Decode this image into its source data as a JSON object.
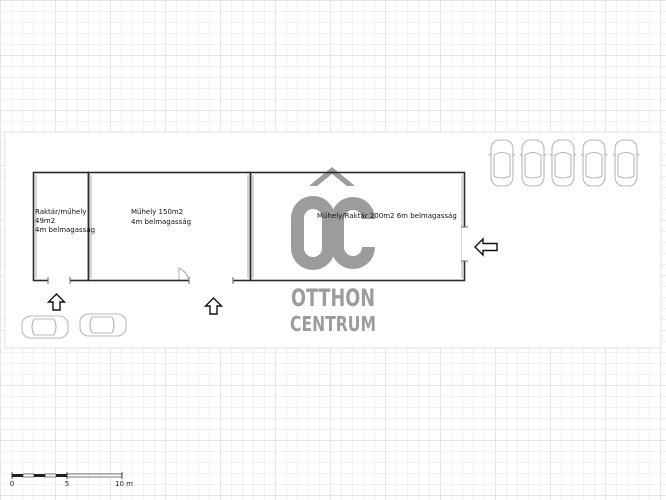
{
  "rooms": {
    "storage": {
      "name": "Raktár/műhely",
      "area": "49m2",
      "height": "4m belmagasság"
    },
    "workshop": {
      "name": "Műhely 150m2",
      "height": "4m belmagasság"
    },
    "workshop_storage": {
      "text": "Műhely/Raktár 200m2 6m belmagasság"
    }
  },
  "watermark": {
    "monogram": "OC",
    "line1": "OTTHON",
    "line2": "CENTRUM"
  },
  "scale_bar": {
    "label_0": "0",
    "label_5": "5",
    "label_10": "10 m"
  },
  "colors": {
    "grid_minor": "#ebebeb",
    "grid_major": "#dcdcdc",
    "wall": "#2a2a2a",
    "watermark": "#9a9a9a",
    "car_outline": "#b8b8b8"
  },
  "icons": {
    "entrance_arrows": [
      "arrow-up-icon",
      "arrow-up-icon",
      "arrow-left-icon"
    ],
    "parking": [
      "car-icon"
    ]
  }
}
